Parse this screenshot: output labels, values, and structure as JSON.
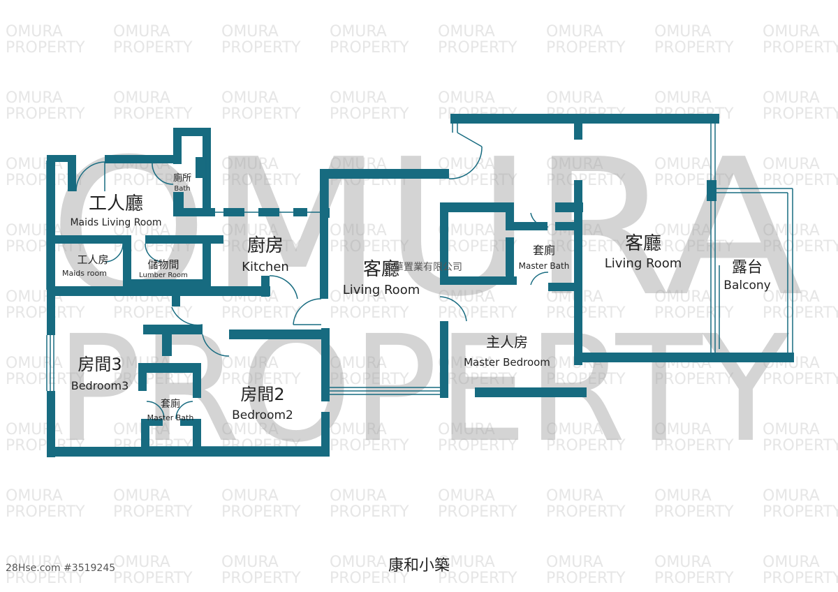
{
  "watermark": {
    "small_line1": "OMURA",
    "small_line2": "PROPERTY",
    "big_line1": "OMURA",
    "big_line2": "PROPERTY"
  },
  "company_name": "大華置業有限公司",
  "estate_name": "康和小築",
  "listing_id": "28Hse.com #3519245",
  "colors": {
    "wall": "#176b80",
    "watermark": "#bdbdbd"
  },
  "rooms": {
    "maids_living": {
      "zh": "工人廳",
      "en": "Maids Living Room"
    },
    "bath": {
      "zh": "廁所",
      "en": "Bath"
    },
    "maids_room": {
      "zh": "工人房",
      "en": "Maids room"
    },
    "lumber_room": {
      "zh": "儲物間",
      "en": "Lumber Room"
    },
    "kitchen": {
      "zh": "廚房",
      "en": "Kitchen"
    },
    "living_room_center": {
      "zh": "客廳",
      "en": "Living Room"
    },
    "master_bath_right": {
      "zh": "套廁",
      "en": "Master Bath"
    },
    "living_room_right": {
      "zh": "客廳",
      "en": "Living Room"
    },
    "balcony": {
      "zh": "露台",
      "en": "Balcony"
    },
    "master_bedroom": {
      "zh": "主人房",
      "en": "Master Bedroom"
    },
    "bedroom3": {
      "zh": "房間3",
      "en": "Bedroom3"
    },
    "master_bath_left": {
      "zh": "套廁",
      "en": "Master Bath"
    },
    "bedroom2": {
      "zh": "房間2",
      "en": "Bedroom2"
    }
  }
}
